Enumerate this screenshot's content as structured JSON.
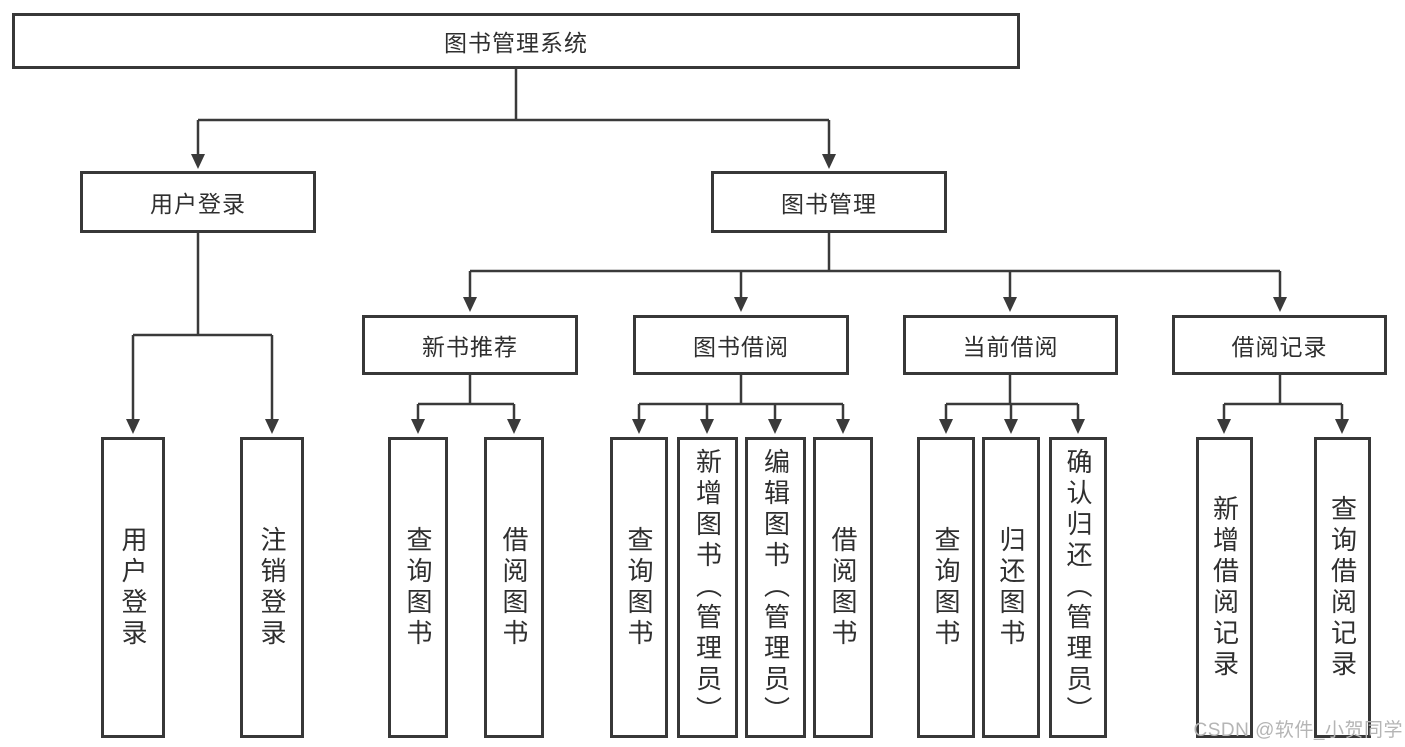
{
  "colors": {
    "line": "#3a3a3a",
    "border": "#383838",
    "text": "#2f2f2f",
    "watermark": "#b5b5b5",
    "background": "#ffffff"
  },
  "diagram": {
    "root": {
      "label": "图书管理系统"
    },
    "branches": [
      {
        "label": "用户登录",
        "children": [
          {
            "label": "用户登录"
          },
          {
            "label": "注销登录"
          }
        ]
      },
      {
        "label": "图书管理",
        "children": [
          {
            "label": "新书推荐",
            "children": [
              {
                "label": "查询图书"
              },
              {
                "label": "借阅图书"
              }
            ]
          },
          {
            "label": "图书借阅",
            "children": [
              {
                "label": "查询图书"
              },
              {
                "label": "新增图书（管理员）"
              },
              {
                "label": "编辑图书（管理员）"
              },
              {
                "label": "借阅图书"
              }
            ]
          },
          {
            "label": "当前借阅",
            "children": [
              {
                "label": "查询图书"
              },
              {
                "label": "归还图书"
              },
              {
                "label": "确认归还（管理员）"
              }
            ]
          },
          {
            "label": "借阅记录",
            "children": [
              {
                "label": "新增借阅记录"
              },
              {
                "label": "查询借阅记录"
              }
            ]
          }
        ]
      }
    ]
  },
  "watermark": {
    "text": "CSDN @软件_小贺同学"
  }
}
